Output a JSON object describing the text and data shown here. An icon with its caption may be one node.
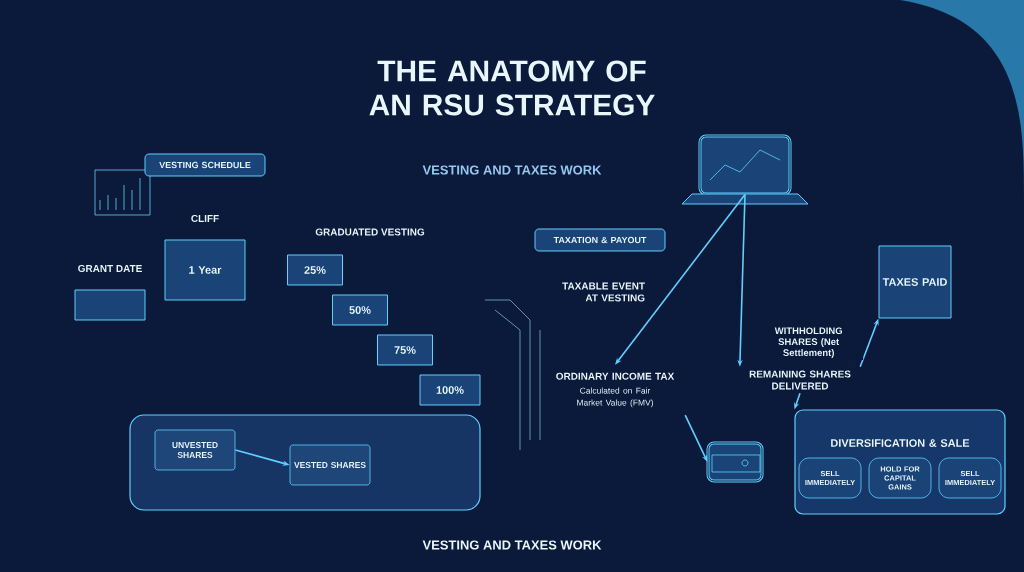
{
  "diagram": {
    "title": "THE ANATOMY OF AN RSU STRATEGY",
    "caption": "VESTING AND TAXES WORK",
    "nodes": [
      {
        "text": [
          "VESTING SCHEDULE"
        ]
      },
      {
        "text": [],
        "shape": "box",
        "beside": [
          "GRANT DATE"
        ]
      },
      {
        "text": [
          "1 Year"
        ],
        "beside": [
          "CLIFF"
        ]
      },
      {
        "text": [
          "25%"
        ]
      },
      {
        "text": [
          "50%"
        ]
      },
      {
        "text": [
          "75%"
        ]
      },
      {
        "text": [
          "100%"
        ]
      },
      {
        "text": [
          "UNVESTED SHARES"
        ]
      },
      {
        "text": [
          "VESTED SHARES"
        ]
      },
      {
        "text": [
          "TAXATION & PAYOUT"
        ]
      },
      {
        "text": [],
        "shape": "picture"
      },
      {
        "text": [
          "ORDINARY INCOME TAX",
          "Calculated on Fair Market Value (FMV)"
        ]
      },
      {
        "text": [
          "REMAINING SHARES DELIVERED"
        ]
      },
      {
        "text": [
          "TAXES PAID"
        ]
      },
      {
        "text": [
          "DIVERSIFICATION & SALE"
        ]
      },
      {
        "text": [
          "SELL IMMEDIATELY"
        ],
        "in": 14
      },
      {
        "text": [
          "HOLD FOR CAPITAL GAINS"
        ],
        "in": 14
      },
      {
        "text": [
          "SELL IMMEDIATELY"
        ],
        "in": 14
      },
      {
        "text": [],
        "shape": "picture"
      }
    ],
    "edges": [
      {
        "from": 7,
        "to": 8,
        "arrow": "to"
      },
      {
        "from": 10,
        "to": 11,
        "arrow": "to"
      },
      {
        "from": 10,
        "to": 12,
        "arrow": "to"
      },
      {
        "from": 12,
        "to": 13,
        "arrow": "to",
        "label": "WITHHOLDING SHARES (Net Settlement)"
      },
      {
        "from": 12,
        "to": 14,
        "arrow": "to"
      },
      {
        "from": 11,
        "to": 18,
        "arrow": "to"
      }
    ],
    "labels": [
      "VESTING AND TAXES WORK",
      "GRADUATED VESTING",
      "TAXABLE EVENT AT VESTING"
    ]
  }
}
